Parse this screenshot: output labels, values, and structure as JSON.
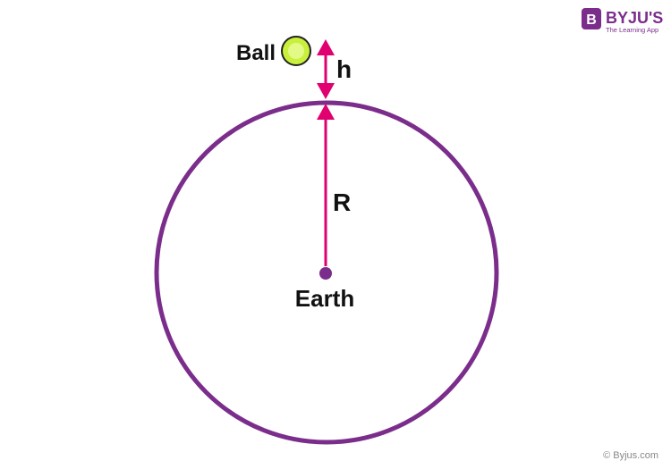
{
  "diagram": {
    "labels": {
      "ball": "Ball",
      "height": "h",
      "radius": "R",
      "earth": "Earth"
    }
  },
  "brand": {
    "logo_icon": "byjus-b-logo",
    "name": "BYJU'S",
    "tagline": "The Learning App"
  },
  "footer": {
    "copyright": "© Byjus.com"
  },
  "colors": {
    "earth_outline": "#7b2d8b",
    "arrow": "#e0006f",
    "ball_fill": "#c8f03c",
    "brand_purple": "#7b2d8b",
    "center_dot": "#7b2d8b"
  }
}
